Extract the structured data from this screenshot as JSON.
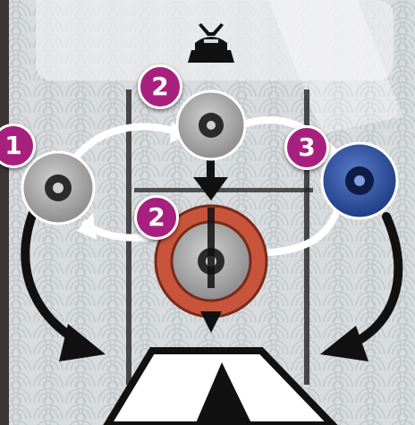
{
  "colors": {
    "badge": "#a8207e",
    "token_grey": "#9a9a9a",
    "token_blue": "#2b4f9e",
    "ring_red": "#c8553b",
    "arrow_black": "#111111",
    "arrow_white": "#ffffff"
  },
  "icons": {
    "top": "samurai-helmet-icon",
    "token_symbol": "tomoe-icon"
  },
  "steps": [
    {
      "label": "1"
    },
    {
      "label": "2"
    },
    {
      "label": "3"
    },
    {
      "label": "2"
    }
  ]
}
